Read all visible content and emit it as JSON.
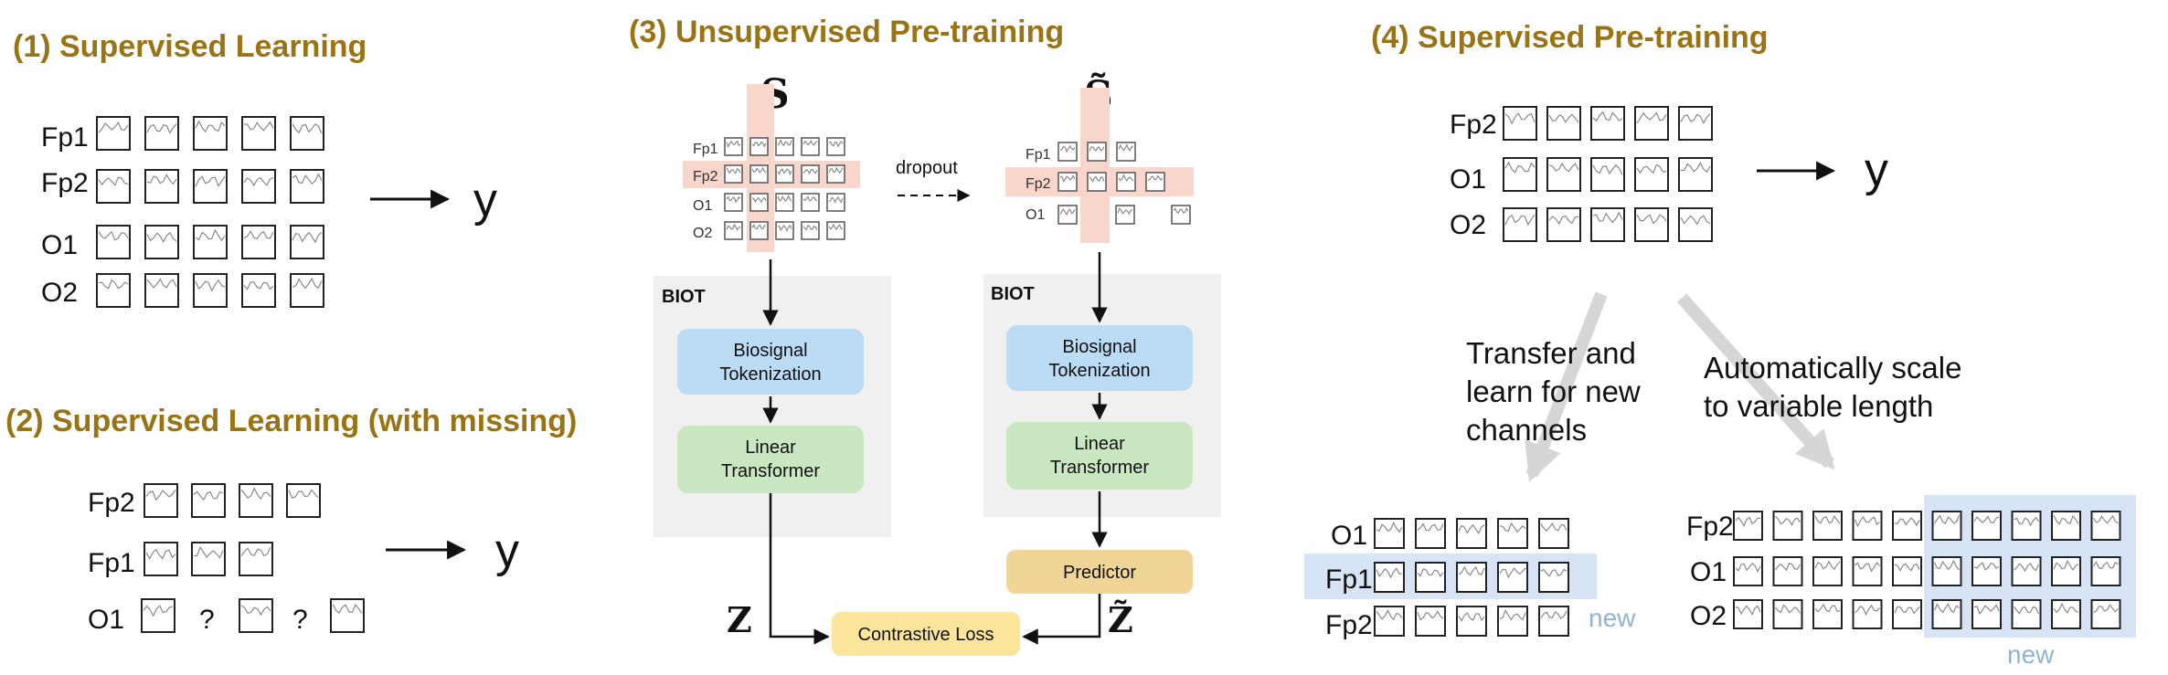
{
  "colors": {
    "title": "#9a7414",
    "tokenization": "#bcdcf5",
    "transformer": "#c9e7c0",
    "predictor": "#f0d596",
    "loss": "#fbe59a",
    "highlight_red": "#f8d6cc",
    "highlight_blue": "#d6e4f5",
    "panel": "#f0f0f0",
    "gray_arrow": "#d6d6d6",
    "new_label": "#8fb3d9"
  },
  "panel1": {
    "title": "(1) Supervised Learning",
    "channels": [
      "Fp1",
      "Fp2",
      "O1",
      "O2"
    ],
    "output": "y"
  },
  "panel2": {
    "title": "(2) Supervised Learning (with missing)",
    "channels": [
      "Fp2",
      "Fp1",
      "O1"
    ],
    "missing_mark": "?",
    "output": "y"
  },
  "panel3": {
    "title": "(3) Unsupervised Pre-training",
    "input_label": "S",
    "augmented_label": "S̃",
    "small_channels": [
      "Fp1",
      "Fp2",
      "O1",
      "O2"
    ],
    "aug_channels": [
      "Fp1",
      "Fp2",
      "O1"
    ],
    "dropout_label": "dropout",
    "biot_label": "BIOT",
    "tokenization_label_1": "Biosignal",
    "tokenization_label_2": "Tokenization",
    "transformer_label_1": "Linear",
    "transformer_label_2": "Transformer",
    "predictor_label": "Predictor",
    "loss_label": "Contrastive Loss",
    "z_label": "Z",
    "z_tilde_label": "Z̃"
  },
  "panel4": {
    "title": "(4) Supervised Pre-training",
    "channels": [
      "Fp2",
      "O1",
      "O2"
    ],
    "output": "y",
    "transfer_caption": [
      "Transfer and",
      "learn for new",
      "channels"
    ],
    "scale_caption": [
      "Automatically scale",
      "to variable length"
    ],
    "transfer_channels": [
      "O1",
      "Fp1",
      "Fp2"
    ],
    "scale_channels": [
      "Fp2",
      "O1",
      "O2"
    ],
    "new_label": "new"
  }
}
